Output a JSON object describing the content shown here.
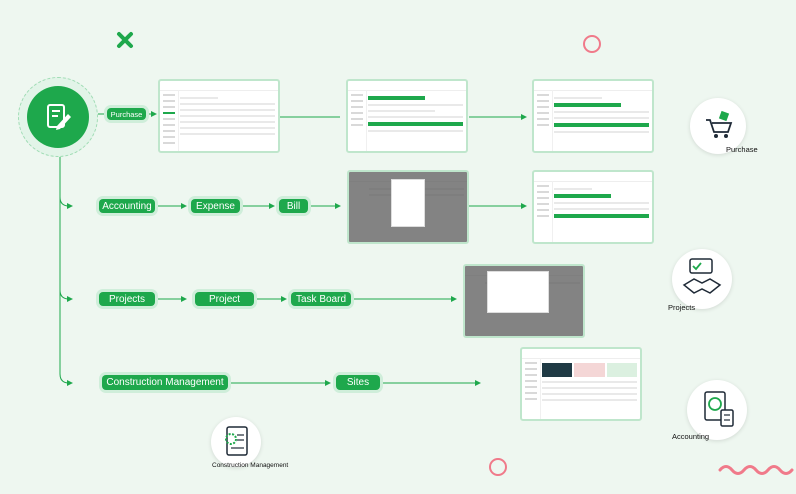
{
  "colors": {
    "accent": "#1ea84c",
    "background": "#eef7f0",
    "deco_pink": "#f07a8a"
  },
  "nodes": {
    "purchase": "Purchase",
    "accounting": "Accounting",
    "expense": "Expense",
    "bill": "Bill",
    "projects": "Projects",
    "project": "Project",
    "task_board": "Task Board",
    "construction_management": "Construction Management",
    "sites": "Sites"
  },
  "icons": {
    "purchase": {
      "label": "Purchase",
      "icon": "shopping-cart-icon"
    },
    "projects": {
      "label": "Projects",
      "icon": "handshake-icon"
    },
    "accounting": {
      "label": "Accounting",
      "icon": "calculator-icon"
    },
    "construction": {
      "label": "Construction Management",
      "icon": "clipboard-gear-icon"
    }
  },
  "hub_icon": "edit-document-icon"
}
